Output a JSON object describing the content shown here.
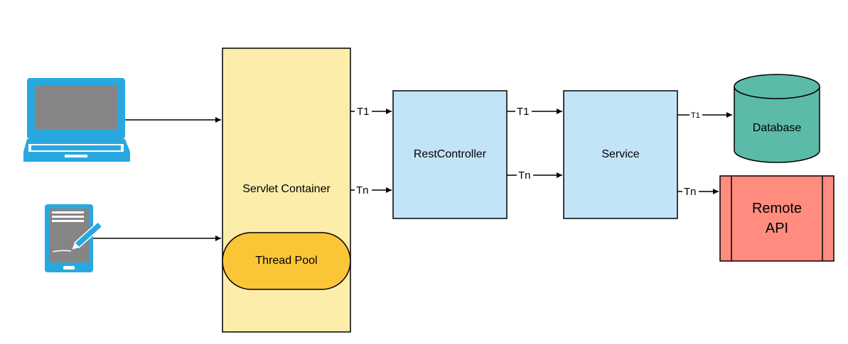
{
  "servlet_container": {
    "label": "Servlet Container",
    "fill": "#FDEDAA"
  },
  "thread_pool": {
    "label": "Thread Pool",
    "fill": "#FBC538"
  },
  "rest_controller": {
    "label": "RestController",
    "fill": "#C2E4F7"
  },
  "service": {
    "label": "Service",
    "fill": "#C2E4F7"
  },
  "database": {
    "label": "Database",
    "fill": "#5CBAA8"
  },
  "remote_api": {
    "line1": "Remote",
    "line2": "API",
    "fill": "#FF8C7E"
  },
  "threads": {
    "t1": "T1",
    "tn": "Tn"
  },
  "devices": {
    "laptop_icon": "laptop-icon",
    "tablet_icon": "tablet-icon",
    "color": "#29A8E0"
  }
}
